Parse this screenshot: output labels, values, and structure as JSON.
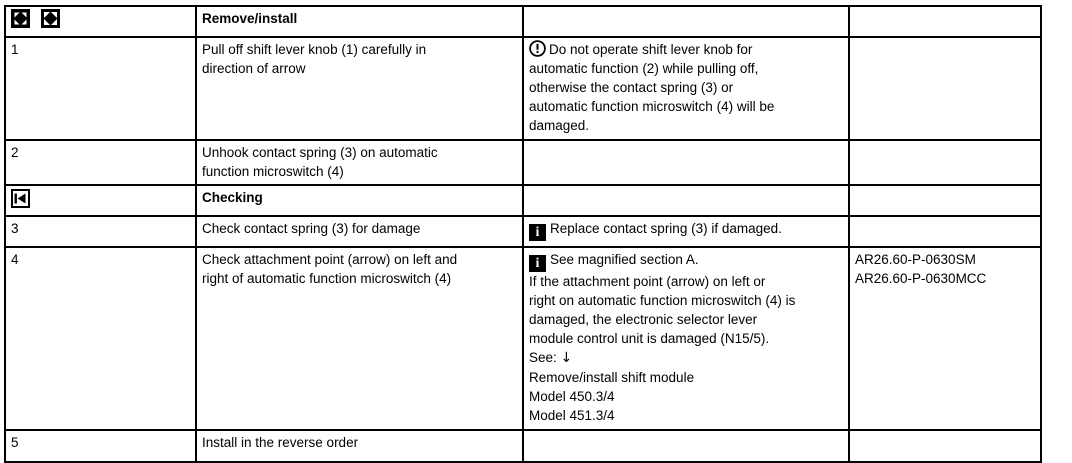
{
  "document": {
    "type": "workshop-procedure-table",
    "columns": [
      "step",
      "task",
      "note",
      "document_number"
    ]
  },
  "icons": {
    "remove": "remove-icon",
    "install": "install-icon",
    "checking": "checking-icon",
    "caution": "caution-icon",
    "info": "info-icon",
    "arrow_down": "↓"
  },
  "rows": {
    "header": {
      "step": "",
      "task": "Remove/install",
      "note": "",
      "doc": ""
    },
    "row1": {
      "step": "1",
      "task_line1": "Pull off shift lever knob (1) carefully in",
      "task_line2": "direction of arrow",
      "note_line1": "Do not operate shift lever knob for",
      "note_line2": "automatic function (2) while pulling off,",
      "note_line3": "otherwise the contact spring (3) or",
      "note_line4": "automatic function microswitch (4) will be",
      "note_line5": "damaged.",
      "doc": ""
    },
    "row2": {
      "step": "2",
      "task_line1": "Unhook contact spring (3) on automatic",
      "task_line2": "function microswitch (4)",
      "note": "",
      "doc": ""
    },
    "checking": {
      "step": "",
      "task": "Checking",
      "note": "",
      "doc": ""
    },
    "row3": {
      "step": "3",
      "task": "Check contact spring (3) for damage",
      "note": "Replace contact spring (3) if damaged.",
      "doc": ""
    },
    "row4": {
      "step": "4",
      "task_line1": "Check attachment point (arrow) on left and",
      "task_line2": "right of automatic function microswitch (4)",
      "note_line1": "See magnified section A.",
      "note_line2": "If the attachment point (arrow) on left or",
      "note_line3": "right on automatic function microswitch (4) is",
      "note_line4": "damaged, the electronic selector lever",
      "note_line5": "module control unit is damaged (N15/5).",
      "note_line6": "See:",
      "note_line7": "Remove/install shift module",
      "note_line8": "Model 450.3/4",
      "note_line9": "Model 451.3/4",
      "doc_line1": "AR26.60-P-0630SM",
      "doc_line2": "AR26.60-P-0630MCC"
    },
    "row5": {
      "step": "5",
      "task": "Install in the reverse order",
      "note": "",
      "doc": ""
    }
  },
  "colors": {
    "border": "#000000",
    "text": "#000000",
    "background": "#ffffff"
  }
}
